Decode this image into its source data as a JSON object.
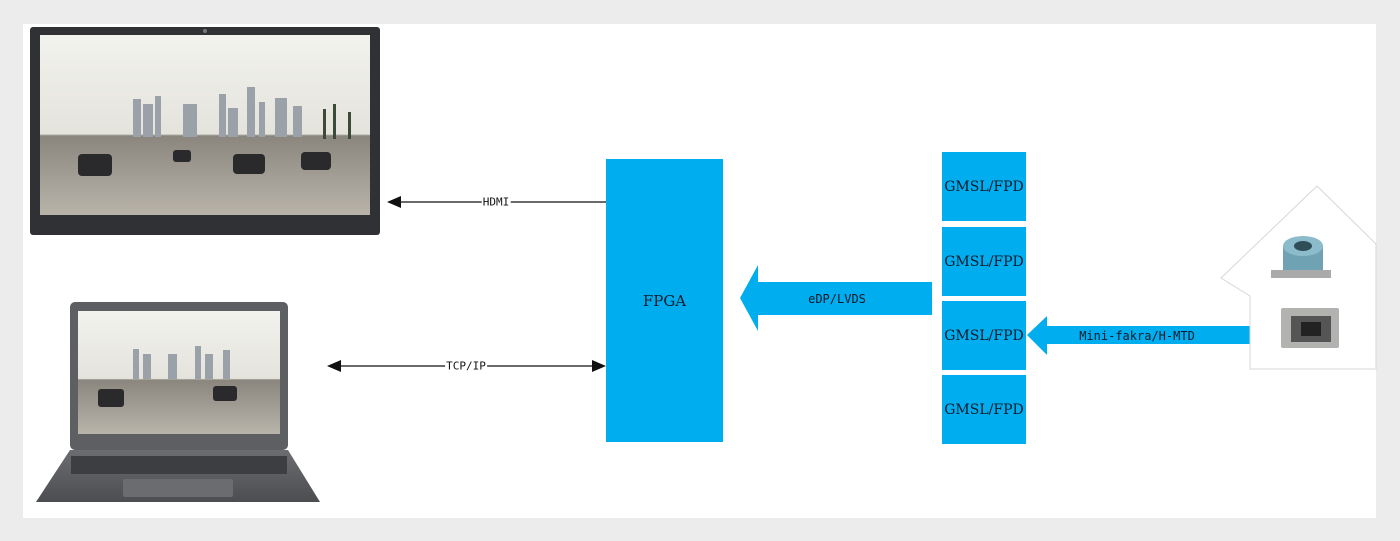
{
  "fpga": {
    "label": "FPGA"
  },
  "gmsl_blocks": [
    {
      "label": "GMSL/FPD"
    },
    {
      "label": "GMSL/FPD"
    },
    {
      "label": "GMSL/FPD"
    },
    {
      "label": "GMSL/FPD"
    }
  ],
  "links": {
    "hdmi": "HDMI",
    "tcpip": "TCP/IP",
    "edp_lvds": "eDP/LVDS",
    "mini_fakra": "Mini-fakra/H-MTD"
  },
  "colors": {
    "block": "#00adef",
    "line": "#111111",
    "monitor_frame": "#2f3134",
    "laptop_body": "#5d5f63"
  },
  "icons": {
    "monitor": "monitor-icon",
    "laptop": "laptop-icon",
    "connector": "connector-icon"
  }
}
